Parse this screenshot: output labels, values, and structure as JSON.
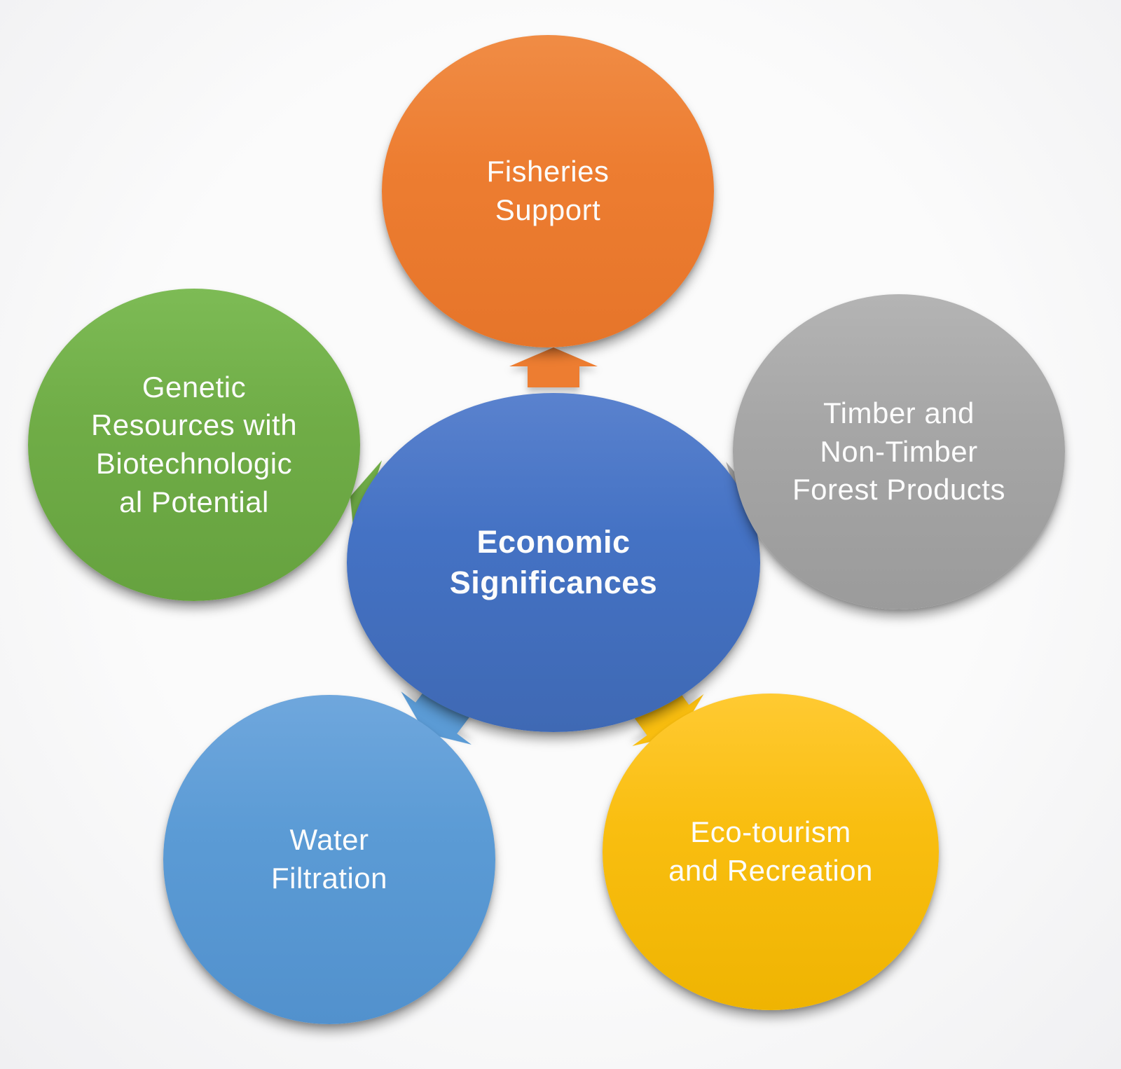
{
  "background": {
    "color_start": "#fbfbfb",
    "color_end": "#f0f0f2"
  },
  "text_color": "#fcfcfc",
  "diagram": {
    "type": "radial-diverging",
    "center": {
      "id": "economic-significances",
      "label": "Economic Significances",
      "text": "Economic\nSignificances",
      "color": "#4472C4",
      "color_light": "#5A82CE",
      "color_dark": "#3F69B4"
    },
    "nodes": [
      {
        "id": "fisheries-support",
        "label": "Fisheries Support",
        "text": "Fisheries\nSupport",
        "position": "top",
        "color": "#ED7D31",
        "color_light": "#F08C45",
        "color_dark": "#E6752A"
      },
      {
        "id": "timber-and-non-timber-forest-products",
        "label": "Timber and Non-Timber Forest Products",
        "text": "Timber and\nNon-Timber\nForest Products",
        "position": "upper-right",
        "color": "#A6A6A6",
        "color_light": "#B4B4B4",
        "color_dark": "#9B9B9B"
      },
      {
        "id": "eco-tourism-and-recreation",
        "label": "Eco-tourism and Recreation",
        "text": "Eco-tourism\nand Recreation",
        "position": "lower-right",
        "color": "#F9BE10",
        "color_light": "#FFCA32",
        "color_dark": "#EFB402"
      },
      {
        "id": "water-filtration",
        "label": "Water Filtration",
        "text": "Water\nFiltration",
        "position": "lower-left",
        "color": "#5B9BD5",
        "color_light": "#6FA7DD",
        "color_dark": "#5291CD"
      },
      {
        "id": "genetic-resources-with-biotechnological-potential",
        "label": "Genetic Resources with Biotechnological Potential",
        "text": "Genetic\nResources with\nBiotechnologic\nal Potential",
        "position": "upper-left",
        "color": "#70AD47",
        "color_light": "#7DBB55",
        "color_dark": "#66A23F"
      }
    ]
  }
}
